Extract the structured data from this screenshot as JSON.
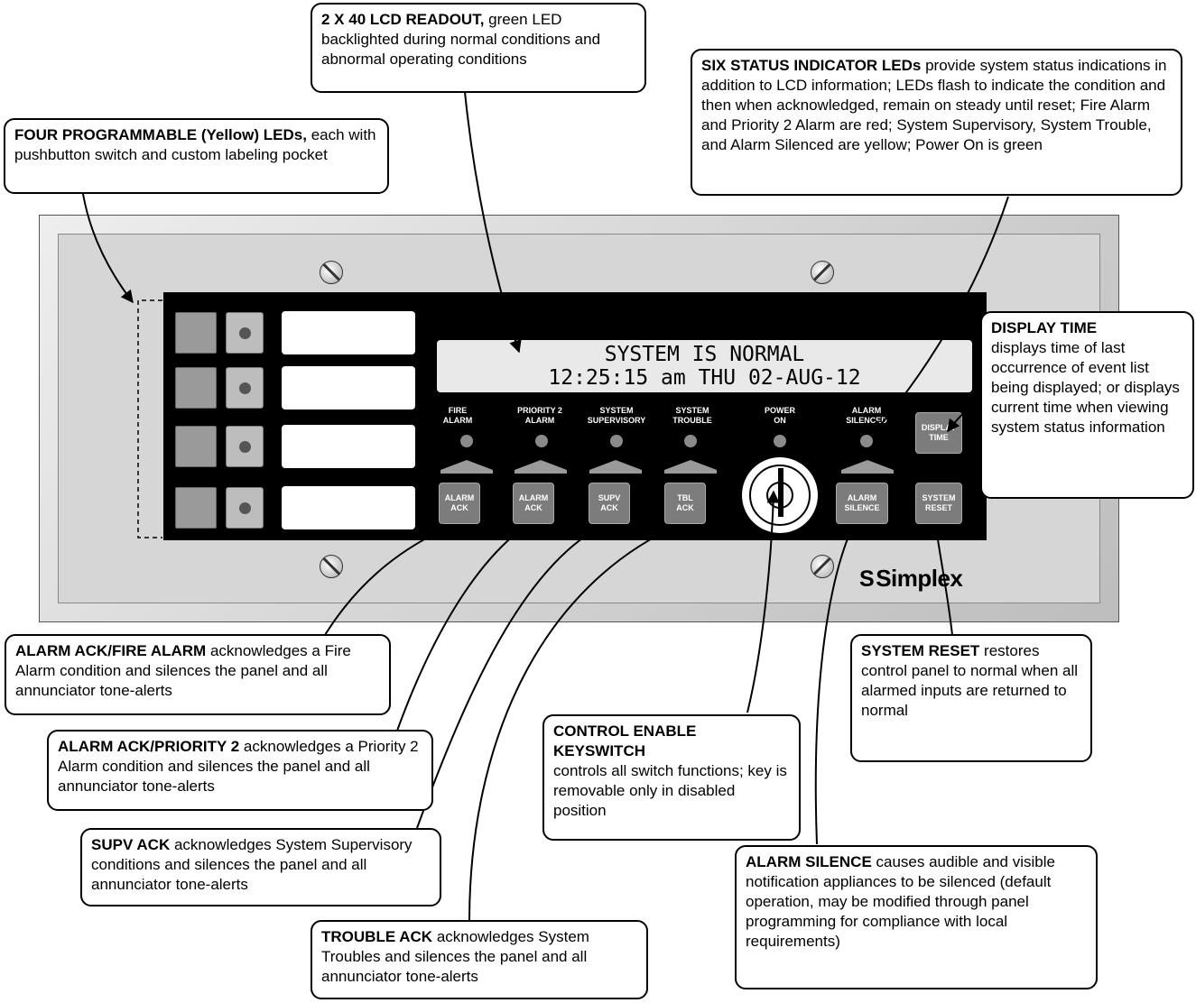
{
  "callouts": {
    "lcd_readout": {
      "title": "2 X 40 LCD READOUT,",
      "text": " green LED backlighted during normal conditions and abnormal operating conditions"
    },
    "status_leds": {
      "title": "SIX STATUS INDICATOR LEDs",
      "text": " provide system status indications in addition to LCD information; LEDs flash to indicate the condition and then when acknowledged, remain on steady until reset; Fire Alarm and Priority 2 Alarm are red; System Supervisory, System Trouble, and Alarm Silenced are yellow; Power On is green"
    },
    "programmable_leds": {
      "title": "FOUR PROGRAMMABLE (Yellow) LEDs,",
      "text": " each with pushbutton switch and custom labeling pocket"
    },
    "display_time": {
      "title": "DISPLAY TIME",
      "text": "displays time of last occurrence of event list being displayed; or displays current time when viewing system status information"
    },
    "alarm_ack_fire": {
      "title": "ALARM ACK/FIRE ALARM",
      "text": " acknowledges a Fire Alarm condition and silences the panel and all annunciator tone-alerts"
    },
    "alarm_ack_priority2": {
      "title": "ALARM ACK/PRIORITY 2",
      "text": " acknowledges a Priority 2 Alarm condition and silences the panel and all annunciator tone-alerts"
    },
    "supv_ack": {
      "title": "SUPV ACK",
      "text": " acknowledges System Supervisory conditions and silences the panel and all annunciator tone-alerts"
    },
    "trouble_ack": {
      "title": "TROUBLE ACK",
      "text": " acknowledges System Troubles and silences the panel and all annunciator tone-alerts"
    },
    "control_enable": {
      "title": "CONTROL ENABLE KEYSWITCH",
      "text": "controls all switch functions; key is removable only in disabled position"
    },
    "system_reset": {
      "title": "SYSTEM RESET",
      "text": " restores control panel to normal when all alarmed inputs are returned to normal"
    },
    "alarm_silence": {
      "title": "ALARM SILENCE",
      "text": " causes audible and visible notification appliances to be silenced (default operation, may be modified through panel programming for compliance with local requirements)"
    }
  },
  "lcd": {
    "line1": "SYSTEM IS NORMAL",
    "line2": "12:25:15 am THU 02-AUG-12"
  },
  "led_labels": {
    "fire_alarm": [
      "FIRE",
      "ALARM"
    ],
    "priority2_alarm": [
      "PRIORITY 2",
      "ALARM"
    ],
    "system_supervisory": [
      "SYSTEM",
      "SUPERVISORY"
    ],
    "system_trouble": [
      "SYSTEM",
      "TROUBLE"
    ],
    "power_on": [
      "POWER",
      "ON"
    ],
    "alarm_silenced": [
      "ALARM",
      "SILENCED"
    ]
  },
  "buttons": {
    "alarm_ack_1": [
      "ALARM",
      "ACK"
    ],
    "alarm_ack_2": [
      "ALARM",
      "ACK"
    ],
    "supv_ack": [
      "SUPV",
      "ACK"
    ],
    "tbl_ack": [
      "TBL",
      "ACK"
    ],
    "alarm_silence": [
      "ALARM",
      "SILENCE"
    ],
    "system_reset": [
      "SYSTEM",
      "RESET"
    ],
    "display_time": [
      "DISPLAY",
      "TIME"
    ]
  },
  "brand": {
    "name": "Simplex",
    "mark": "S"
  },
  "icons": {
    "logo": "simplex-logo-icon",
    "keyswitch": "keyswitch-icon",
    "screw": "screw-icon"
  }
}
